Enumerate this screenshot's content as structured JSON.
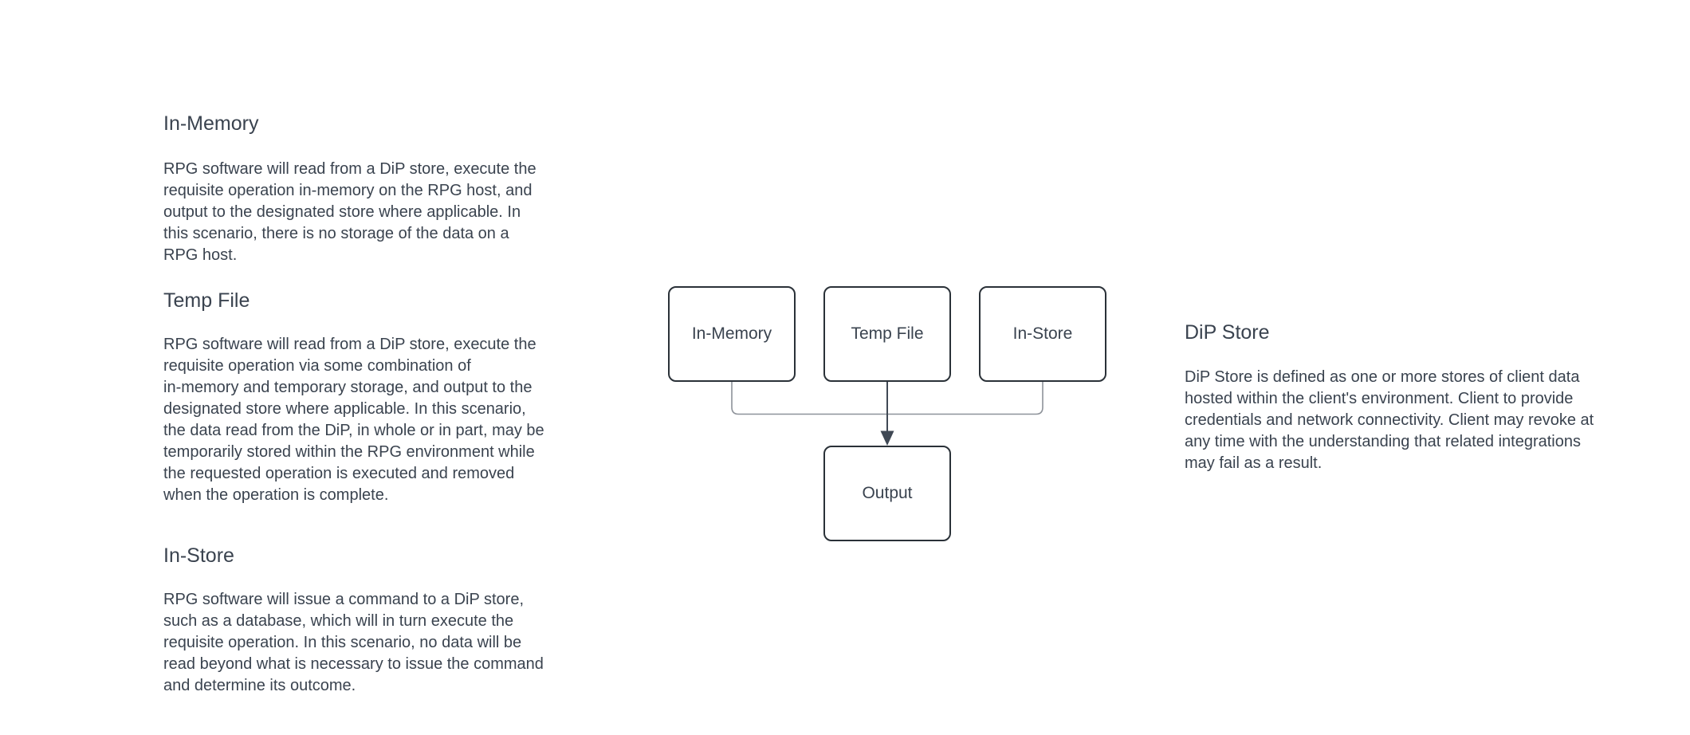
{
  "colors": {
    "background": "#ffffff",
    "text": "#3a434f",
    "node_border": "#2a3138",
    "node_fill": "#ffffff",
    "connector_line": "#8d9299",
    "arrow": "#3f4854"
  },
  "sections": {
    "in_memory": {
      "heading": "In-Memory",
      "body": "RPG software will read from a DiP store, execute the\nrequisite operation in-memory on the RPG host, and\noutput to the designated store where applicable. In\nthis scenario, there is no storage of the data on a\nRPG host."
    },
    "temp_file": {
      "heading": "Temp File",
      "body": "RPG software will read from a DiP store, execute the\nrequisite operation via some combination of\nin-memory and temporary storage, and output to the\ndesignated store where applicable. In this scenario,\nthe data read from the DiP, in whole or in part, may be\ntemporarily stored within the RPG environment while\nthe requested operation is executed and removed\nwhen the operation is complete."
    },
    "in_store": {
      "heading": "In-Store",
      "body": "RPG software will issue a command to a DiP store,\nsuch as a database, which will in turn execute the\nrequisite operation. In this scenario, no data will be\nread beyond what is necessary to issue the command\nand determine its outcome."
    },
    "dip_store": {
      "heading": "DiP Store",
      "body": "DiP Store is defined as one or more stores of client data\nhosted within the client's environment. Client to provide\ncredentials and network connectivity. Client may revoke at\nany time with the understanding that related integrations\nmay fail as a result."
    }
  },
  "diagram": {
    "nodes": [
      {
        "id": "in-memory",
        "label": "In-Memory"
      },
      {
        "id": "temp-file",
        "label": "Temp File"
      },
      {
        "id": "in-store",
        "label": "In-Store"
      },
      {
        "id": "output",
        "label": "Output"
      }
    ],
    "edges": [
      {
        "from": "In-Memory",
        "to": "Output"
      },
      {
        "from": "Temp File",
        "to": "Output"
      },
      {
        "from": "In-Store",
        "to": "Output"
      }
    ]
  }
}
